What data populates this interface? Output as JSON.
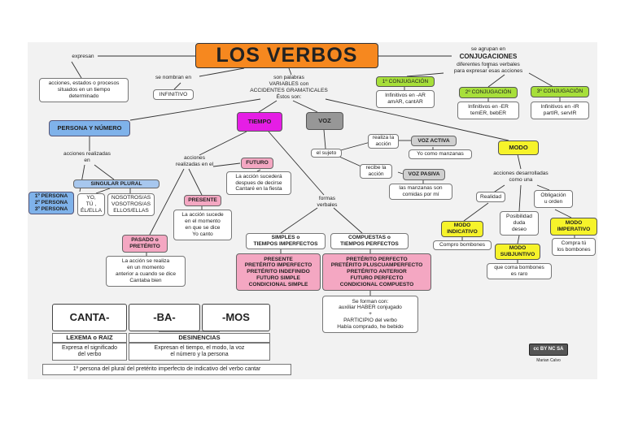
{
  "title": "LOS VERBOS",
  "nodes": {
    "expresan": "expresan",
    "expresan_box": "acciones, estados o procesos\nsituados en un tiempo\ndeterminado",
    "se_nombran": "se nombran en",
    "infinitivo": "INFINITIVO",
    "son_palabras": "son palabras\nVARIABLES con\nACCIDENTES GRAMATICALES\nÉstos son:",
    "agrupan": "se agrupan en",
    "conjugaciones": "CONJUGACIONES",
    "formas_verbales": "diferentes formas verbales\npara expresar esas acciones",
    "conj1": "1º CONJUGACIÓN",
    "conj1_desc": "Infinitivos en -AR\namAR, cantAR",
    "conj2": "2º CONJUGACIÓN",
    "conj2_desc": "Infinitivos en -ER\ntemER, bebER",
    "conj3": "3º CONJUGACIÓN",
    "conj3_desc": "Infinitivos en -IR\npartIR, servIR",
    "persona_numero": "PERSONA Y NÚMERO",
    "acciones_realizadas_en": "acciones realizadas\nen",
    "singular_plural": "SINGULAR    PLURAL",
    "personas": "1º PERSONA\n2º PERSONA\n3º PERSONA",
    "singulares": "YO,\nTÚ ,\nÉL/ELLA",
    "plurales": "NOSOTROS/AS\nVOSOTROS/AS\nELLOS/ELLAS",
    "tiempo": "TIEMPO",
    "acciones_realizadas_en_el": "acciones\nrealizadas en el",
    "futuro": "FUTURO",
    "futuro_desc": "La acción sucederá\ndespues de decirse\nCantaré en la fiesta",
    "presente": "PRESENTE",
    "presente_desc": "La acción sucede\nen el momento\nen que se dice\nYo canto",
    "pasado": "PASADO o\nPRETÉRITO",
    "pasado_desc": "La acción se realiza\nen un momento\nanterior a cuando se dice\nCantaba bien",
    "formas_verbales_label": "formas\nverbales",
    "simples": "SIMPLES o\nTIEMPOS IMPERFECTOS",
    "compuestas": "COMPUESTAS o\nTIEMPOS PERFECTOS",
    "simples_list": "PRESENTE\nPRETÉRITO IMPERFECTO\nPRETÉRITO INDEFINIDO\nFUTURO SIMPLE\nCONDICIONAL SIMPLE",
    "compuestas_list": "PRETÉRITO PERFECTO\nPRETÉRITO PLUSCUAMPERFECTO\nPRETÉRITO ANTERIOR\nFUTURO PERFECTO\nCONDICIONAL COMPUESTO",
    "se_forman": "Se forman con:\nauxiliar HABER conjugado\n+\nPARTICIPIO del verbo\nHabía comprado, he bebido",
    "voz": "VOZ",
    "el_sujeto": "el sujeto",
    "realiza_accion": "realiza la\nacción",
    "recibe_accion": "recibe la\nacción",
    "voz_activa": "VOZ ACTIVA",
    "voz_activa_ej": "Yo como manzanas",
    "voz_pasiva": "VOZ PASIVA",
    "voz_pasiva_ej": "las manzanas son\ncomidas por mí",
    "modo": "MODO",
    "acciones_desarrolladas": "acciones desarrolladas\ncomo una",
    "realidad": "Realidad",
    "posibilidad": "Posibilidad\nduda\ndeseo",
    "obligacion": "Obligación\nu orden",
    "modo_indicativo": "MODO\nINDICATIVO",
    "modo_indicativo_ej": "Compro bombones",
    "modo_subjuntivo": "MODO\nSUBJUNTIVO",
    "modo_subjuntivo_ej": "que coma bombones\nes raro",
    "modo_imperativo": "MODO\nIMPERATIVO",
    "modo_imperativo_ej": "Compra tú\nlos bombones",
    "canta": "CANTA-",
    "ba": "-BA-",
    "mos": "-MOS",
    "lexema": "LEXEMA o RAIZ",
    "lexema_desc": "Expresa el significado\ndel verbo",
    "desinencias": "DESINENCIAS",
    "desinencias_desc": "Expresan el tiempo, el modo, la voz\nel número y la persona",
    "analisis": "1º persona del plural del pretérito imperfecto de indicativo del verbo cantar",
    "cc_badge": "cc BY NC SA",
    "autor": "Marian Calvo"
  },
  "colors": {
    "title": "#f6881f",
    "persona": "#7fb2ea",
    "tiempo": "#e51ee5",
    "voz": "#979797",
    "modo": "#f6f32a",
    "conjugacion": "#a7df3a",
    "tiempos_lista": "#f4a7c2"
  }
}
